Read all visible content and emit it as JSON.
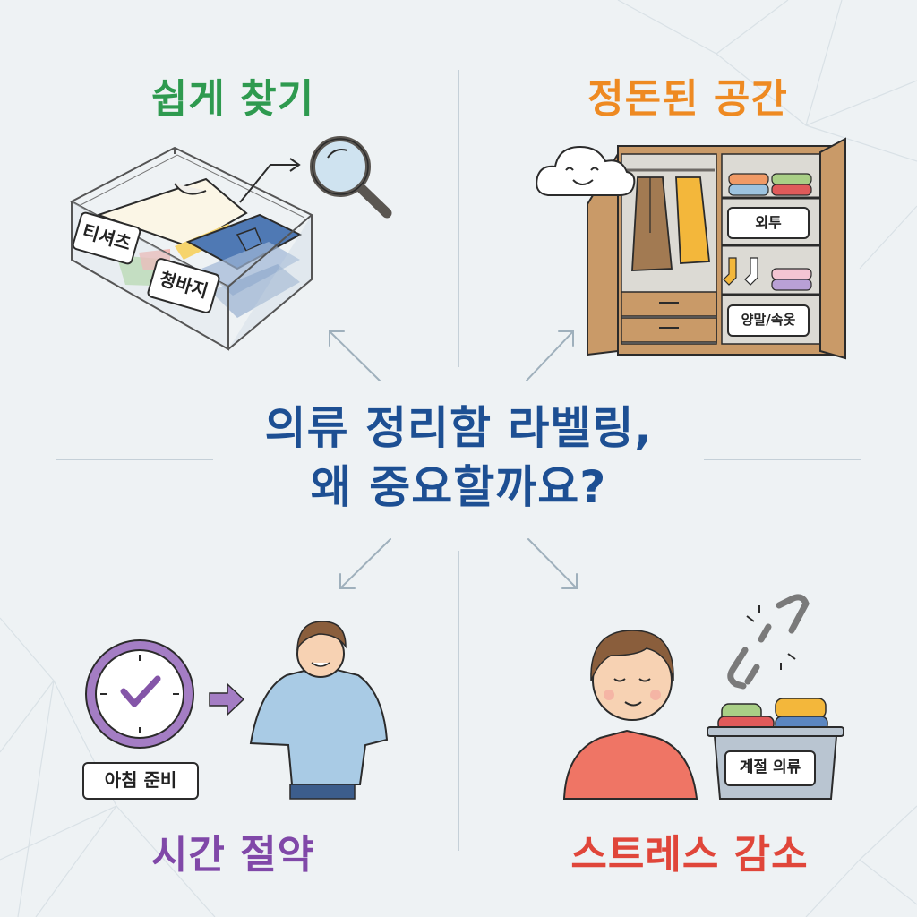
{
  "title": {
    "line1": "의류 정리함 라벨링,",
    "line2": "왜 중요할까요?",
    "color": "#1d4f93"
  },
  "quadrants": {
    "top_left": {
      "heading": "쉽게 찾기",
      "color": "#2e9a4f",
      "labels": [
        "티셔츠",
        "청바지"
      ],
      "icons": [
        "storage-box-icon",
        "magnifier-icon"
      ]
    },
    "top_right": {
      "heading": "정돈된 공간",
      "color": "#ee8a22",
      "labels": [
        "외투",
        "양말/속옷"
      ],
      "icons": [
        "wardrobe-icon",
        "smiling-cloud-icon"
      ]
    },
    "bottom_left": {
      "heading": "시간 절약",
      "color": "#8048a8",
      "labels": [
        "아침 준비"
      ],
      "icons": [
        "clock-check-icon",
        "arrow-right-icon",
        "person-dressing-icon"
      ]
    },
    "bottom_right": {
      "heading": "스트레스 감소",
      "color": "#e0463a",
      "labels": [
        "계절 의류"
      ],
      "icons": [
        "relaxed-person-icon",
        "broken-chain-icon",
        "laundry-bin-icon"
      ]
    }
  }
}
